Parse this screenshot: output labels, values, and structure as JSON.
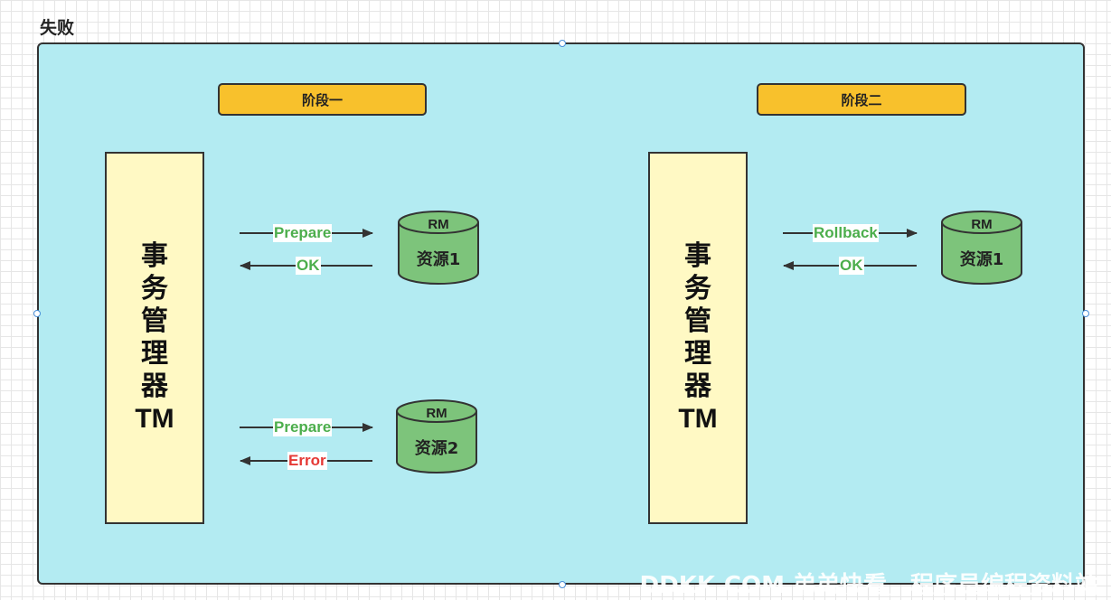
{
  "frame": {
    "title": "失败"
  },
  "phases": {
    "one": "阶段一",
    "two": "阶段二"
  },
  "tm": {
    "chars": [
      "事",
      "务",
      "管",
      "理",
      "器"
    ],
    "abbr": "TM"
  },
  "resources": {
    "rm_label": "RM",
    "phase1_top": "资源1",
    "phase1_bottom": "资源2",
    "phase2": "资源1"
  },
  "messages": {
    "p1_top_send": "Prepare",
    "p1_top_reply": "OK",
    "p1_bottom_send": "Prepare",
    "p1_bottom_reply": "Error",
    "p2_send": "Rollback",
    "p2_reply": "OK"
  },
  "colors": {
    "frame_fill": "#b3ebf2",
    "phase_fill": "#f8c12c",
    "tm_fill": "#fff9c4",
    "cylinder_fill": "#7dc47b",
    "ok_text": "#4cae4c",
    "error_text": "#e53935"
  },
  "watermark": "DDKK.COM 弟弟快看，程序员编程资料站"
}
